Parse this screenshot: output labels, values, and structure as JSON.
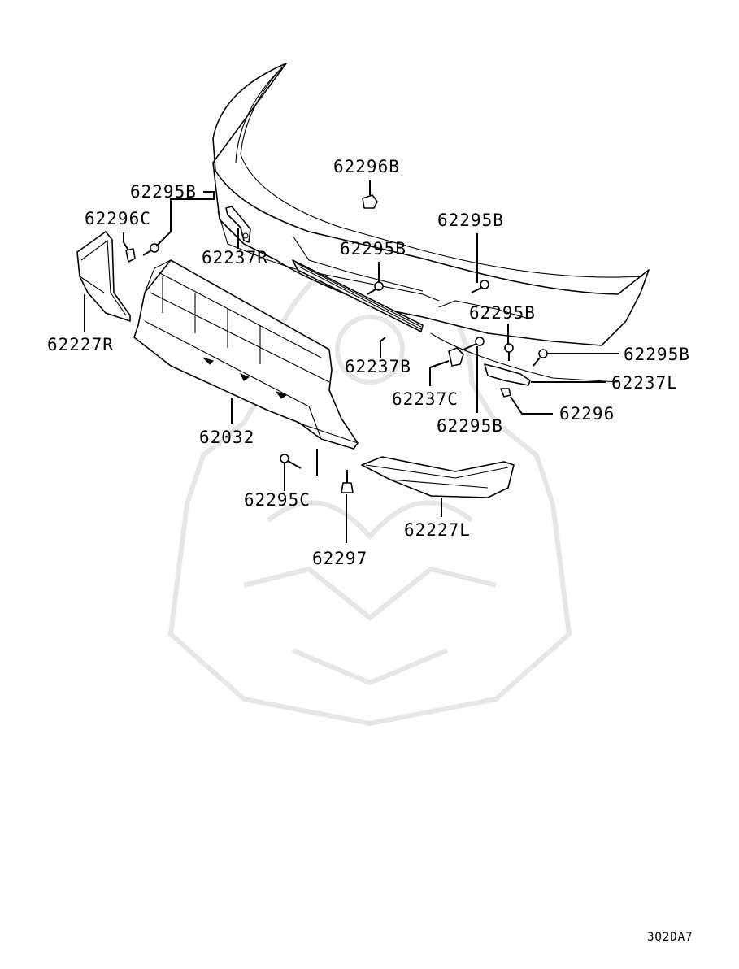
{
  "diagram": {
    "callouts": [
      {
        "id": "c1",
        "text": "62296B"
      },
      {
        "id": "c2",
        "text": "62295B"
      },
      {
        "id": "c3",
        "text": "62296C"
      },
      {
        "id": "c4",
        "text": "62295B"
      },
      {
        "id": "c5",
        "text": "62237R"
      },
      {
        "id": "c6",
        "text": "62295B"
      },
      {
        "id": "c7",
        "text": "62295B"
      },
      {
        "id": "c8",
        "text": "62227R"
      },
      {
        "id": "c9",
        "text": "62237B"
      },
      {
        "id": "c10",
        "text": "62295B"
      },
      {
        "id": "c11",
        "text": "62237L"
      },
      {
        "id": "c12",
        "text": "62237C"
      },
      {
        "id": "c13",
        "text": "62296"
      },
      {
        "id": "c14",
        "text": "62295B"
      },
      {
        "id": "c15",
        "text": "62032"
      },
      {
        "id": "c16",
        "text": "62295C"
      },
      {
        "id": "c17",
        "text": "62227L"
      },
      {
        "id": "c18",
        "text": "62297"
      }
    ],
    "figure_code": "3Q2DA7"
  }
}
